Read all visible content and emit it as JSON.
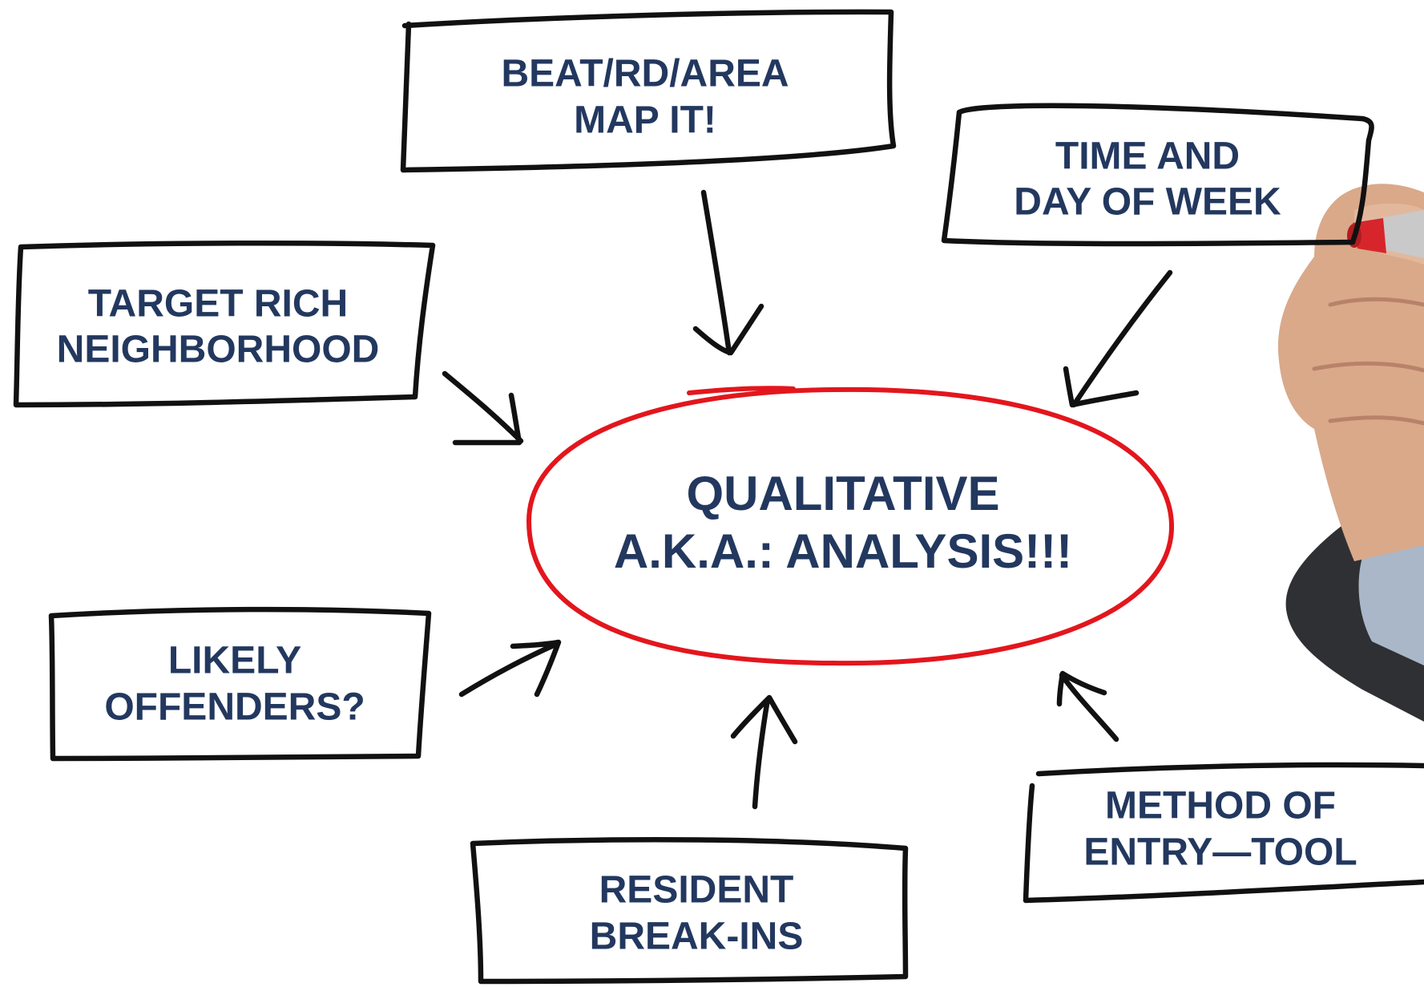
{
  "colors": {
    "text": "#23385f",
    "ink": "#111111",
    "ellipse": "#e3161d",
    "marker_cap": "#d6262b"
  },
  "center": {
    "line1": "QUALITATIVE",
    "line2": "A.K.A.:  ANALYSIS!!!"
  },
  "boxes": {
    "beat": {
      "line1": "BEAT/RD/AREA",
      "line2": "MAP IT!"
    },
    "time": {
      "line1": "TIME AND",
      "line2": "DAY OF WEEK"
    },
    "target": {
      "line1": "TARGET RICH",
      "line2": "NEIGHBORHOOD"
    },
    "offenders": {
      "line1": "LIKELY",
      "line2": "OFFENDERS?"
    },
    "resident": {
      "line1": "RESIDENT",
      "line2": "BREAK-INS"
    },
    "method": {
      "line1": "METHOD OF",
      "line2": "ENTRY—TOOL"
    }
  }
}
